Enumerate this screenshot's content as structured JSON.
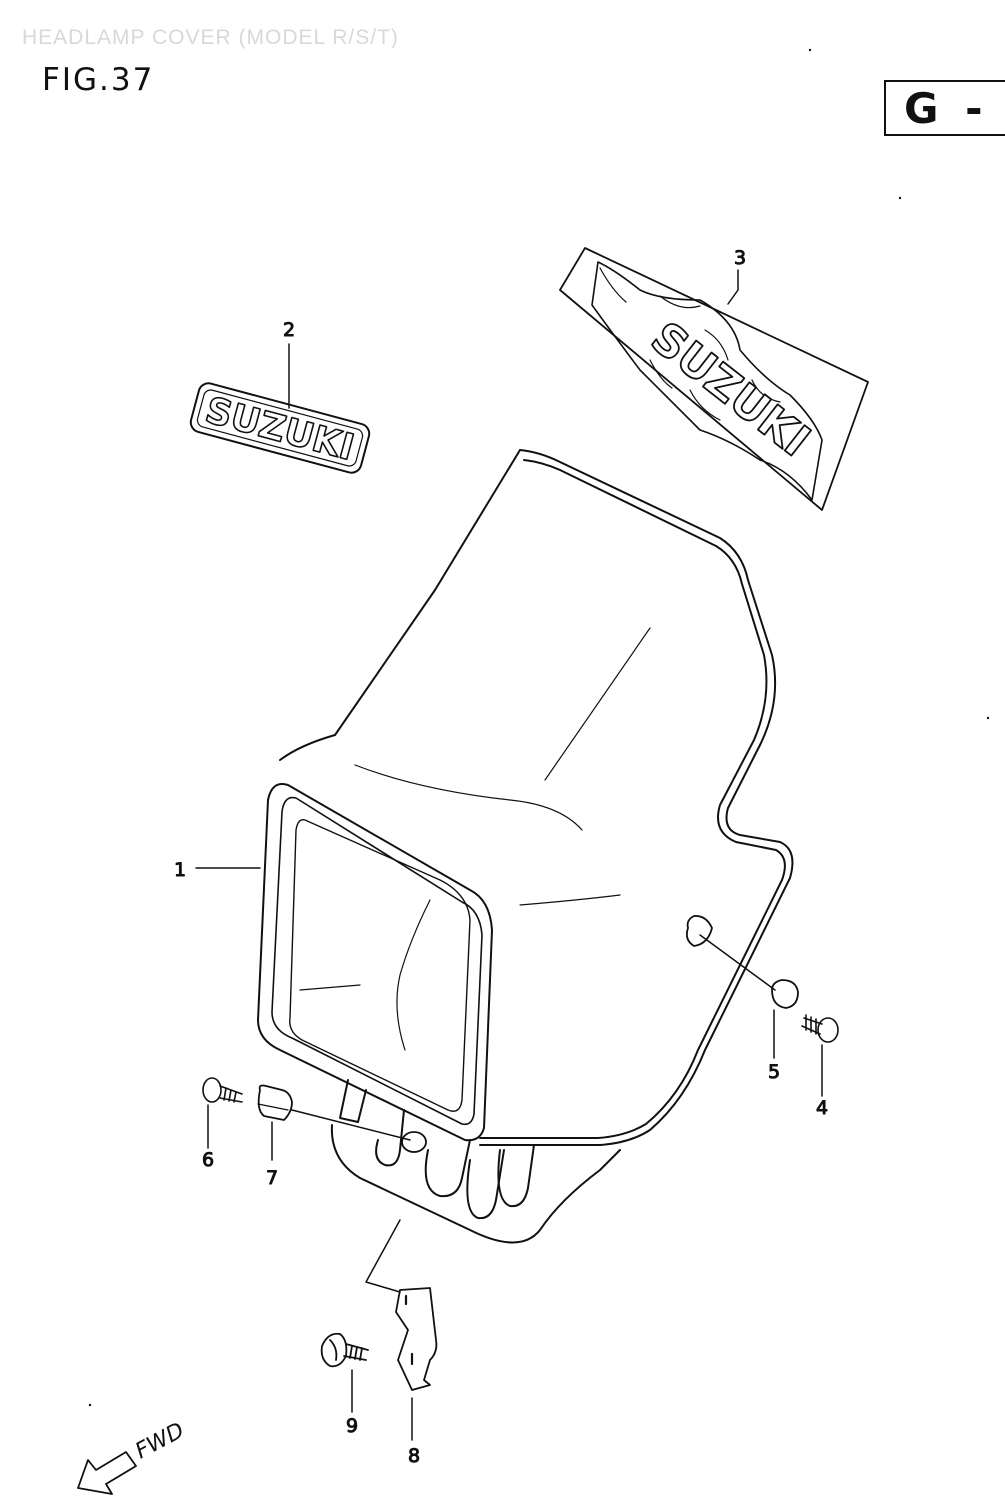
{
  "header": {
    "caption": "HEADLAMP COVER (MODEL R/S/T)",
    "figure": "FIG.37",
    "section_code": "G -"
  },
  "parts": [
    {
      "callout": "1",
      "name": "headlamp-cover"
    },
    {
      "callout": "2",
      "name": "emblem-suzuki"
    },
    {
      "callout": "3",
      "name": "emblem-suzuki-large"
    },
    {
      "callout": "4",
      "name": "screw"
    },
    {
      "callout": "5",
      "name": "cushion"
    },
    {
      "callout": "6",
      "name": "screw"
    },
    {
      "callout": "7",
      "name": "cushion"
    },
    {
      "callout": "8",
      "name": "bracket"
    },
    {
      "callout": "9",
      "name": "bolt"
    }
  ],
  "decals": {
    "small": "SUZUKI",
    "large": "SUZUKI"
  },
  "direction": "FWD"
}
